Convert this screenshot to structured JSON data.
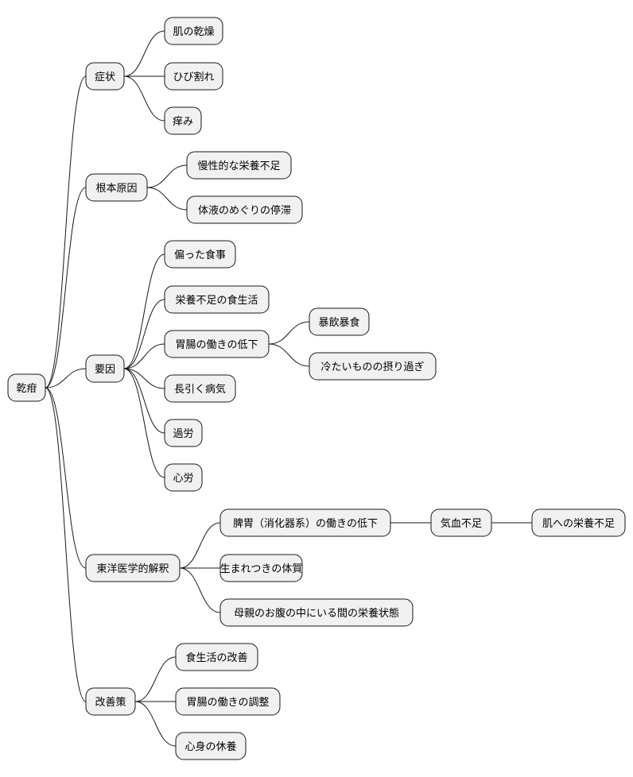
{
  "mindmap": {
    "root": {
      "label": "乾疳",
      "children": [
        {
          "label": "症状",
          "children": [
            {
              "label": "肌の乾燥"
            },
            {
              "label": "ひび割れ"
            },
            {
              "label": "痒み"
            }
          ]
        },
        {
          "label": "根本原因",
          "children": [
            {
              "label": "慢性的な栄養不足"
            },
            {
              "label": "体液のめぐりの停滞"
            }
          ]
        },
        {
          "label": "要因",
          "children": [
            {
              "label": "偏った食事"
            },
            {
              "label": "栄養不足の食生活"
            },
            {
              "label": "胃腸の働きの低下",
              "children": [
                {
                  "label": "暴飲暴食"
                },
                {
                  "label": "冷たいものの摂り過ぎ"
                }
              ]
            },
            {
              "label": "長引く病気"
            },
            {
              "label": "過労"
            },
            {
              "label": "心労"
            }
          ]
        },
        {
          "label": "東洋医学的解釈",
          "children": [
            {
              "label": "脾胃（消化器系）の働きの低下",
              "children": [
                {
                  "label": "気血不足",
                  "children": [
                    {
                      "label": "肌への栄養不足"
                    }
                  ]
                }
              ]
            },
            {
              "label": "生まれつきの体質"
            },
            {
              "label": "母親のお腹の中にいる間の栄養状態"
            }
          ]
        },
        {
          "label": "改善策",
          "children": [
            {
              "label": "食生活の改善"
            },
            {
              "label": "胃腸の働きの調整"
            },
            {
              "label": "心身の休養"
            }
          ]
        }
      ]
    }
  }
}
